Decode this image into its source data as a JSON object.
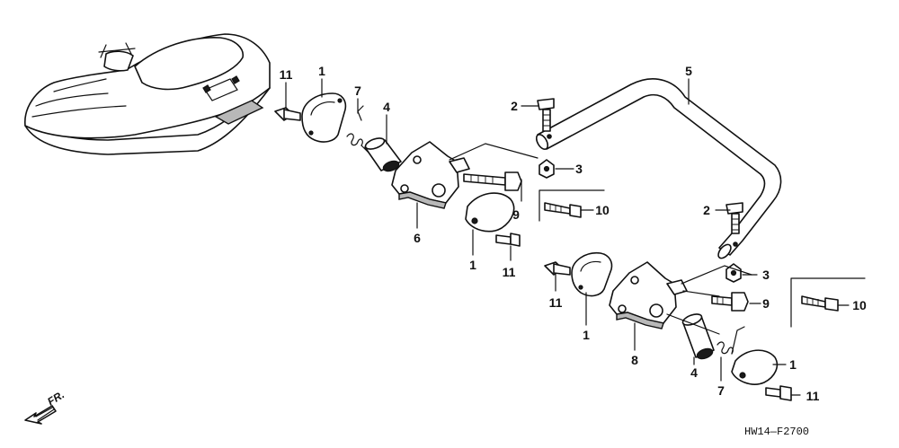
{
  "diagram": {
    "figure_code": "HW14—F2700",
    "direction_label": "FR.",
    "callouts": {
      "c1_a": "1",
      "c1_b": "1",
      "c1_c": "1",
      "c1_d": "1",
      "c2_a": "2",
      "c2_b": "2",
      "c3_a": "3",
      "c3_b": "3",
      "c4_a": "4",
      "c4_b": "4",
      "c5": "5",
      "c6": "6",
      "c7_a": "7",
      "c7_b": "7",
      "c8": "8",
      "c9_a": "9",
      "c9_b": "9",
      "c10_a": "10",
      "c10_b": "10",
      "c11_a": "11",
      "c11_b": "11",
      "c11_c": "11",
      "c11_d": "11"
    }
  }
}
